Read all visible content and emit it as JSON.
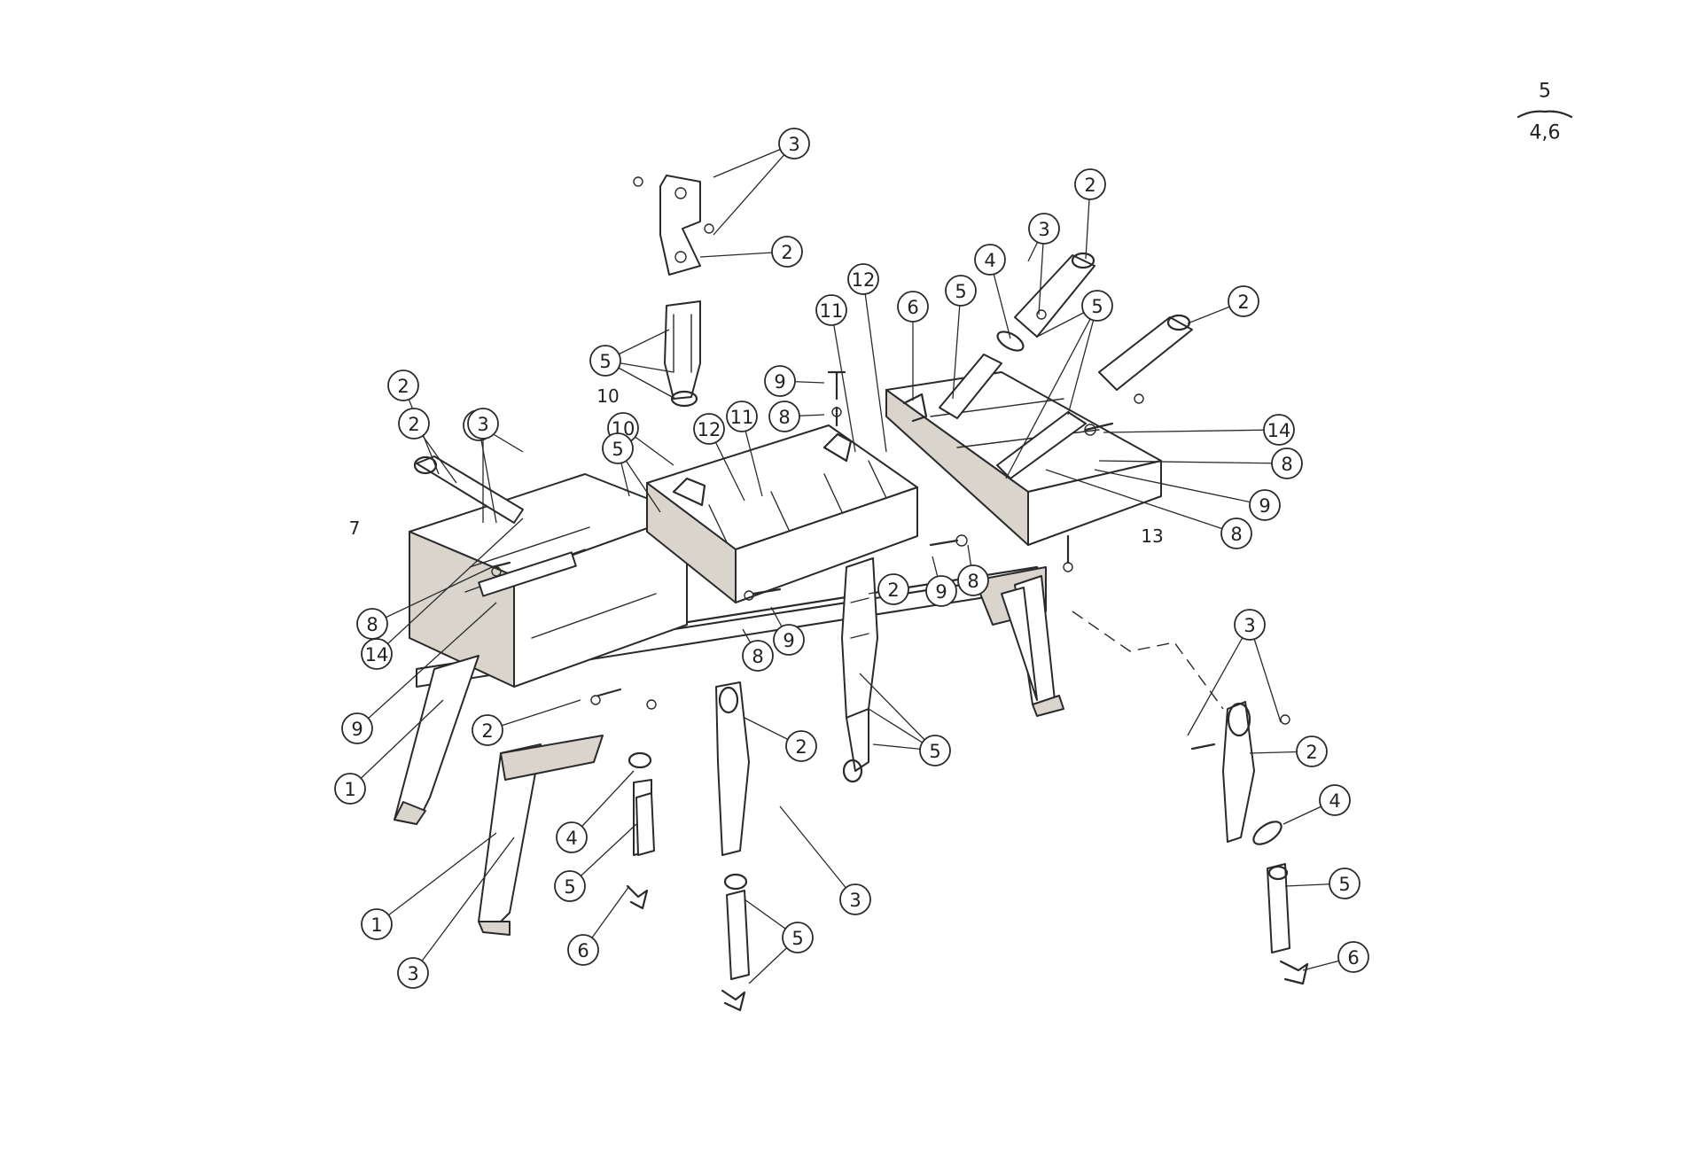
{
  "sheet_ref": {
    "top": "5",
    "bottom": "4,6"
  },
  "callouts": [
    "3",
    "2",
    "5",
    "2",
    "3",
    "2",
    "5",
    "3",
    "2",
    "4",
    "5",
    "6",
    "9",
    "8",
    "11",
    "12",
    "12",
    "11",
    "10",
    "5",
    "2",
    "3",
    "14",
    "8",
    "9",
    "8",
    "7",
    "13",
    "8",
    "14",
    "9",
    "2",
    "9",
    "8",
    "8",
    "9",
    "2",
    "3",
    "2",
    "4",
    "5",
    "6",
    "1",
    "2",
    "4",
    "5",
    "6",
    "1",
    "3",
    "2",
    "5",
    "3",
    "5",
    "6",
    "5"
  ],
  "plain_labels": [
    "10",
    "7",
    "13"
  ]
}
